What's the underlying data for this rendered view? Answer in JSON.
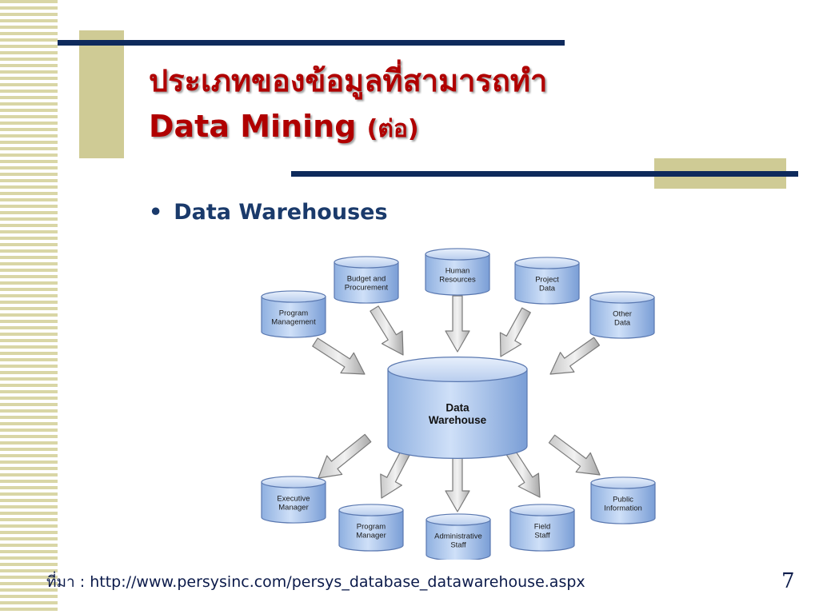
{
  "title": {
    "line1": "ประเภทของข้อมูลที่สามารถทำ",
    "line2_main": "Data Mining",
    "line2_paren": "(ต่อ)"
  },
  "bullet": {
    "text": "Data Warehouses"
  },
  "diagram": {
    "center": [
      "Data",
      "Warehouse"
    ],
    "sources": [
      [
        "Program",
        "Management"
      ],
      [
        "Budget and",
        "Procurement"
      ],
      [
        "Human",
        "Resources"
      ],
      [
        "Project",
        "Data"
      ],
      [
        "Other",
        "Data"
      ]
    ],
    "consumers": [
      [
        "Executive",
        "Manager"
      ],
      [
        "Program",
        "Manager"
      ],
      [
        "Administrative",
        "Staff"
      ],
      [
        "Field",
        "Staff"
      ],
      [
        "Public",
        "Information"
      ]
    ]
  },
  "footer": {
    "source": "ที่มา : http://www.persysinc.com/persys_database_datawarehouse.aspx",
    "page": "7"
  },
  "colors": {
    "title": "#b00000",
    "accent_navy": "#0e2a5c",
    "accent_olive": "#d9d6a6",
    "bullet": "#1a3a6b"
  }
}
